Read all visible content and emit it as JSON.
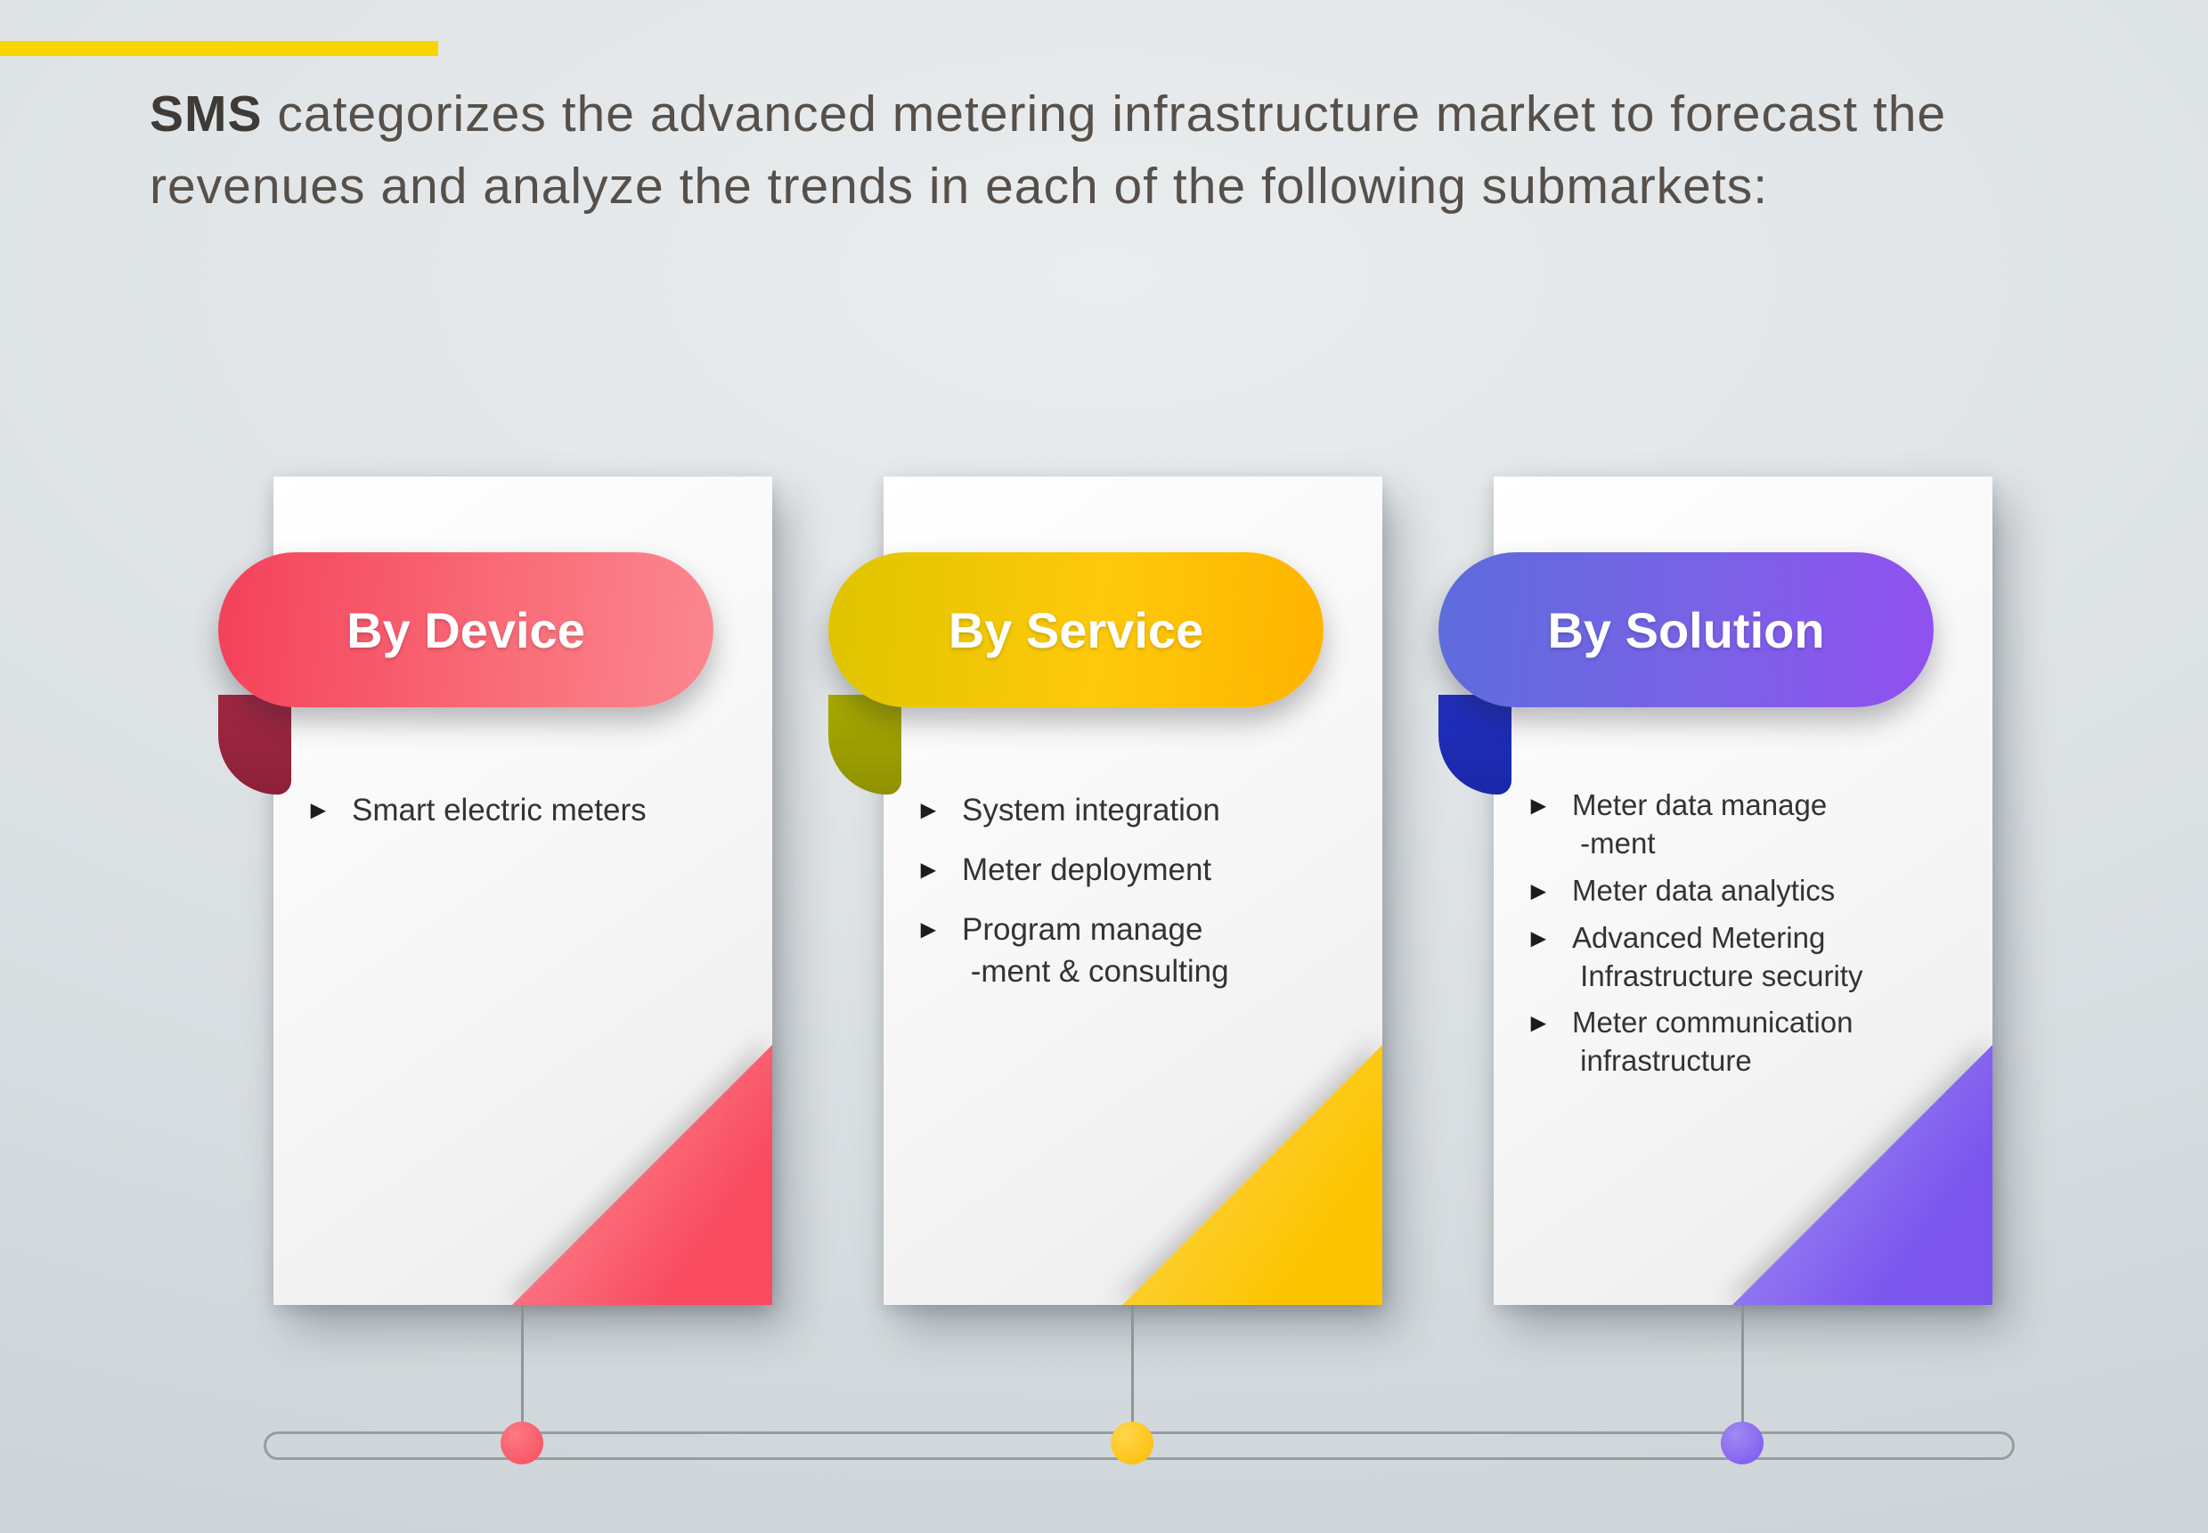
{
  "headline": {
    "brand": "SMS",
    "text": " categorizes the advanced metering infrastructure market to forecast the revenues and analyze the trends in each of the following submarkets:"
  },
  "glyphs": {
    "bullet": "►"
  },
  "colors": {
    "accent_bar": "#f6d500",
    "device_ribbon": "#f7536a",
    "device_fold": "#9c2742",
    "service_ribbon": "#fdc40a",
    "service_fold": "#a0a300",
    "solution_ribbon": "#8a63ee",
    "solution_fold": "#1e2cb5",
    "dot_device": "#f94b5e",
    "dot_service": "#fcbd00",
    "dot_solution": "#7b55ee"
  },
  "cards": [
    {
      "title": "By Device",
      "items": [
        "Smart electric meters"
      ]
    },
    {
      "title": "By Service",
      "items": [
        "System integration",
        "Meter deployment",
        "Program manage\n -ment & consulting"
      ]
    },
    {
      "title": "By Solution",
      "items": [
        "Meter data manage\n -ment",
        "Meter data analytics",
        "Advanced Metering\n Infrastructure security",
        "Meter communication\n infrastructure"
      ]
    }
  ]
}
